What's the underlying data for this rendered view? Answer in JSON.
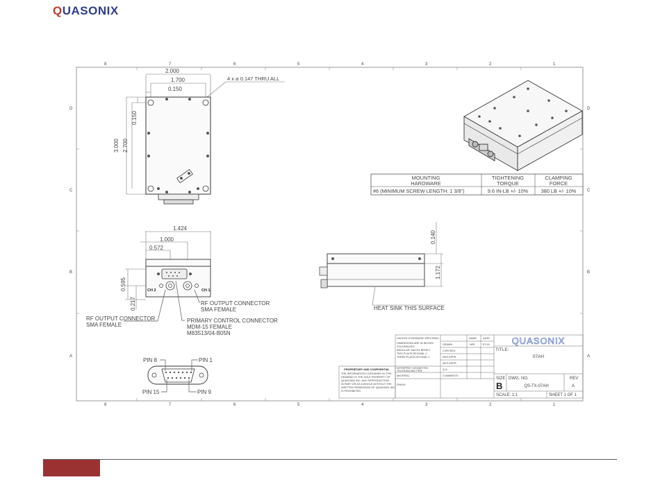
{
  "brand": {
    "logo_text": "QUASONIX",
    "logo_q": "Q",
    "logo_rest": "UASONIX"
  },
  "grid": {
    "columns": [
      "8",
      "7",
      "6",
      "5",
      "4",
      "3",
      "2",
      "1"
    ],
    "rows": [
      "D",
      "C",
      "B",
      "A"
    ]
  },
  "dimensions": {
    "top_width_1": "2.000",
    "top_width_2": "1.700",
    "top_width_3": "0.150",
    "hole_note": "4 x ⌀ 0.147 THRU ALL",
    "height_total": "3.000",
    "height_inner": "2.700",
    "height_offset": "0.150",
    "front_width_1": "1.424",
    "front_width_2": "1.000",
    "front_width_3": "0.572",
    "front_height_1": "0.595",
    "front_height_2": "0.217",
    "side_height_1": "0.140",
    "side_height_2": "1.172"
  },
  "mount_table": {
    "headers": [
      [
        "MOUNTING",
        "HARDWARE"
      ],
      [
        "TIGHTENING",
        "TORQUE"
      ],
      [
        "CLAMPING",
        "FORCE"
      ]
    ],
    "row": [
      "#6 (MINIMUM SCREW LENGTH: 1 3/8\")",
      "9.6 IN-LB +/- 10%",
      "380 LB +/- 10%"
    ]
  },
  "callouts": {
    "ch2": "CH 2",
    "ch1": "CH 1",
    "rf_out_1_line1": "RF OUTPUT CONNECTOR",
    "rf_out_1_line2": "SMA FEMALE",
    "rf_out_2_line1": "RF OUTPUT CONNECTOR",
    "rf_out_2_line2": "SMA FEMALE",
    "primary_line1": "PRIMARY CONTROL CONNECTOR",
    "primary_line2": "MDM-15 FEMALE",
    "primary_line3": "M83513/04-B05N",
    "heat_sink": "HEAT SINK THIS SURFACE",
    "pin8": "PIN 8",
    "pin1": "PIN 1",
    "pin15": "PIN 15",
    "pin9": "PIN 9"
  },
  "title_block": {
    "unless": "UNLESS OTHERWISE SPECIFIED:",
    "dims_in_inches": "DIMENSIONS ARE IN INCHES",
    "tolerances": "TOLERANCES:",
    "angular": "ANGULAR: MACH±  BEND ±",
    "two_place": "TWO PLACE DECIMAL   ±",
    "three_place": "THREE PLACE DECIMAL  ±",
    "interpret": "INTERPRET GEOMETRIC",
    "tolerancing": "TOLERANCING PER:",
    "material": "MATERIAL",
    "finish": "FINISH",
    "proprietary_title": "PROPRIETARY AND CONFIDENTIAL",
    "proprietary_lines": [
      "THE INFORMATION CONTAINED IN THIS",
      "DRAWING IS THE SOLE PROPERTY OF",
      "QUASONIX INC.  ANY REPRODUCTION",
      "IN PART OR AS A WHOLE WITHOUT THE",
      "WRITTEN PERMISSION OF QUASONIX INC.",
      "IS PROHIBITED."
    ],
    "name_hdr": "NAME",
    "date_hdr": "DATE",
    "drawn": "DRAWN",
    "drawn_name": "NFE",
    "drawn_date": "3/7/16",
    "checked": "CHECKED",
    "eng_appr": "ENG APPR.",
    "mfg_appr": "MFG APPR.",
    "qa": "Q.A.",
    "comments": "COMMENTS:",
    "title_label": "TITLE:",
    "title_value": "07AH",
    "size_label": "SIZE",
    "size_value": "B",
    "dwg_label": "DWG.  NO.",
    "dwg_value": "QS-TX-07AH",
    "rev_label": "REV",
    "rev_value": "A",
    "scale": "SCALE: 1:1",
    "sheet": "SHEET 1 OF 1"
  }
}
